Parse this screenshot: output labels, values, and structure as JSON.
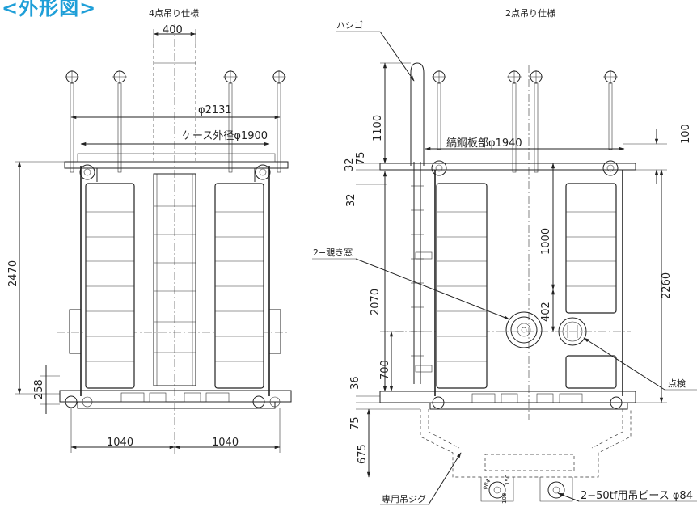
{
  "heading": "<外形図>",
  "left_view": {
    "title": "4点吊り仕様",
    "dims": {
      "ladder_width": "400",
      "dia_outer": "φ2131",
      "case_dia": "ケース外径φ1900",
      "height": "2470",
      "base_height": "258",
      "half_left": "1040",
      "half_right": "1040"
    }
  },
  "right_view": {
    "title": "2点吊り仕様",
    "labels": {
      "ladder": "ハシゴ",
      "sight_window": "2−覗き窓",
      "inspection": "点検",
      "lift_piece": "2−50tf用吊ピース φ84",
      "jig": "専用吊ジグ",
      "corrugated": "縞鋼板部φ1940"
    },
    "dims": {
      "d1100": "1100",
      "d75_top": "75",
      "d32_a": "32",
      "d32_b": "32",
      "d2070": "2070",
      "d1000": "1000",
      "d402": "402",
      "d700": "700",
      "d36": "36",
      "d75_bot": "75",
      "d675": "675",
      "d100": "100",
      "d2260": "2260",
      "d84": "φ84",
      "d108": "108",
      "d150": "150"
    }
  }
}
